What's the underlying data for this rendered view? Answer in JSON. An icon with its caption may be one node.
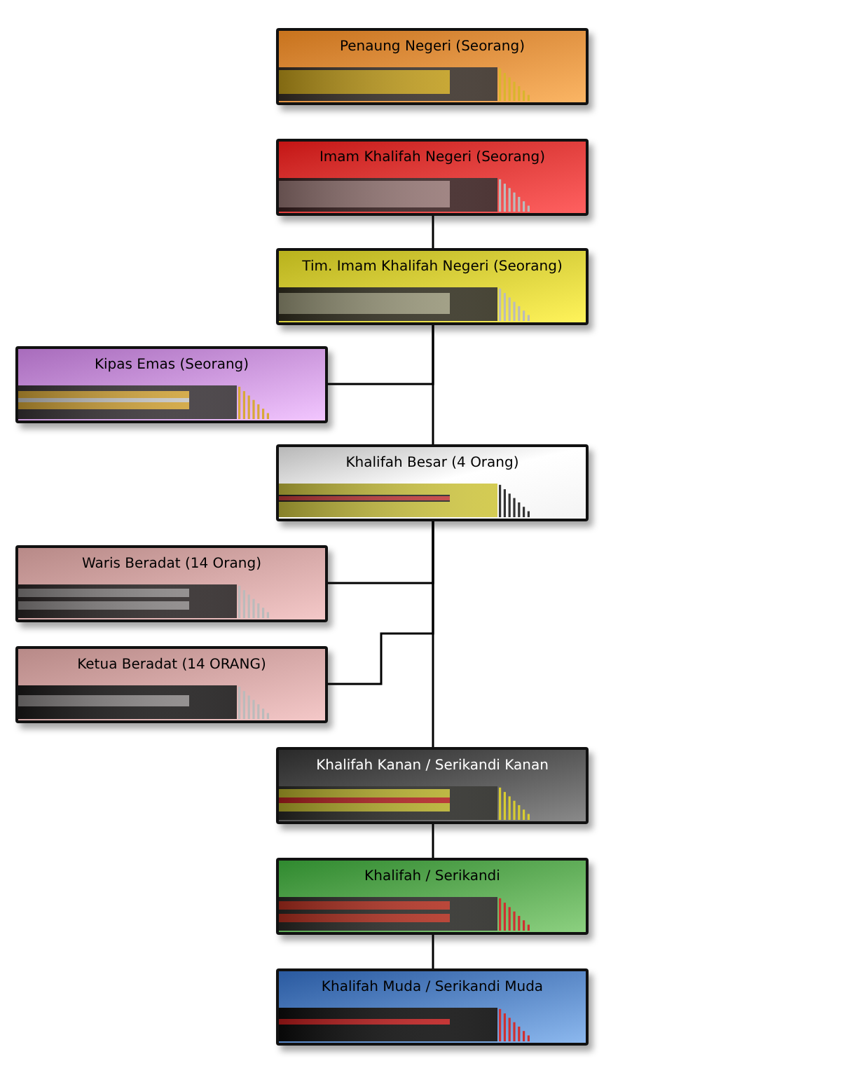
{
  "diagram": {
    "nodes": [
      {
        "text": [
          "Penaung Negeri (Seorang)"
        ]
      },
      {
        "text": [
          "Imam Khalifah Negeri (Seorang)"
        ]
      },
      {
        "text": [
          "Tim. Imam Khalifah Negeri (Seorang)"
        ]
      },
      {
        "text": [
          "Kipas Emas (Seorang)"
        ]
      },
      {
        "text": [
          "Khalifah Besar (4 Orang)"
        ]
      },
      {
        "text": [
          "Waris Beradat (14 Orang)"
        ]
      },
      {
        "text": [
          "Ketua Beradat (14 ORANG)"
        ]
      },
      {
        "text": [
          "Khalifah Kanan / Serikandi Kanan"
        ]
      },
      {
        "text": [
          "Khalifah / Serikandi"
        ]
      },
      {
        "text": [
          "Khalifah Muda / Serikandi Muda"
        ]
      }
    ],
    "edges": [
      {
        "from": 1,
        "to": 2,
        "arrow": "none"
      },
      {
        "from": 2,
        "to": 3,
        "arrow": "none"
      },
      {
        "from": 2,
        "to": 4,
        "arrow": "none"
      },
      {
        "from": 4,
        "to": 5,
        "arrow": "none"
      },
      {
        "from": 4,
        "to": 6,
        "arrow": "none"
      },
      {
        "from": 4,
        "to": 7,
        "arrow": "none"
      },
      {
        "from": 7,
        "to": 8,
        "arrow": "none"
      },
      {
        "from": 8,
        "to": 9,
        "arrow": "none"
      }
    ]
  }
}
